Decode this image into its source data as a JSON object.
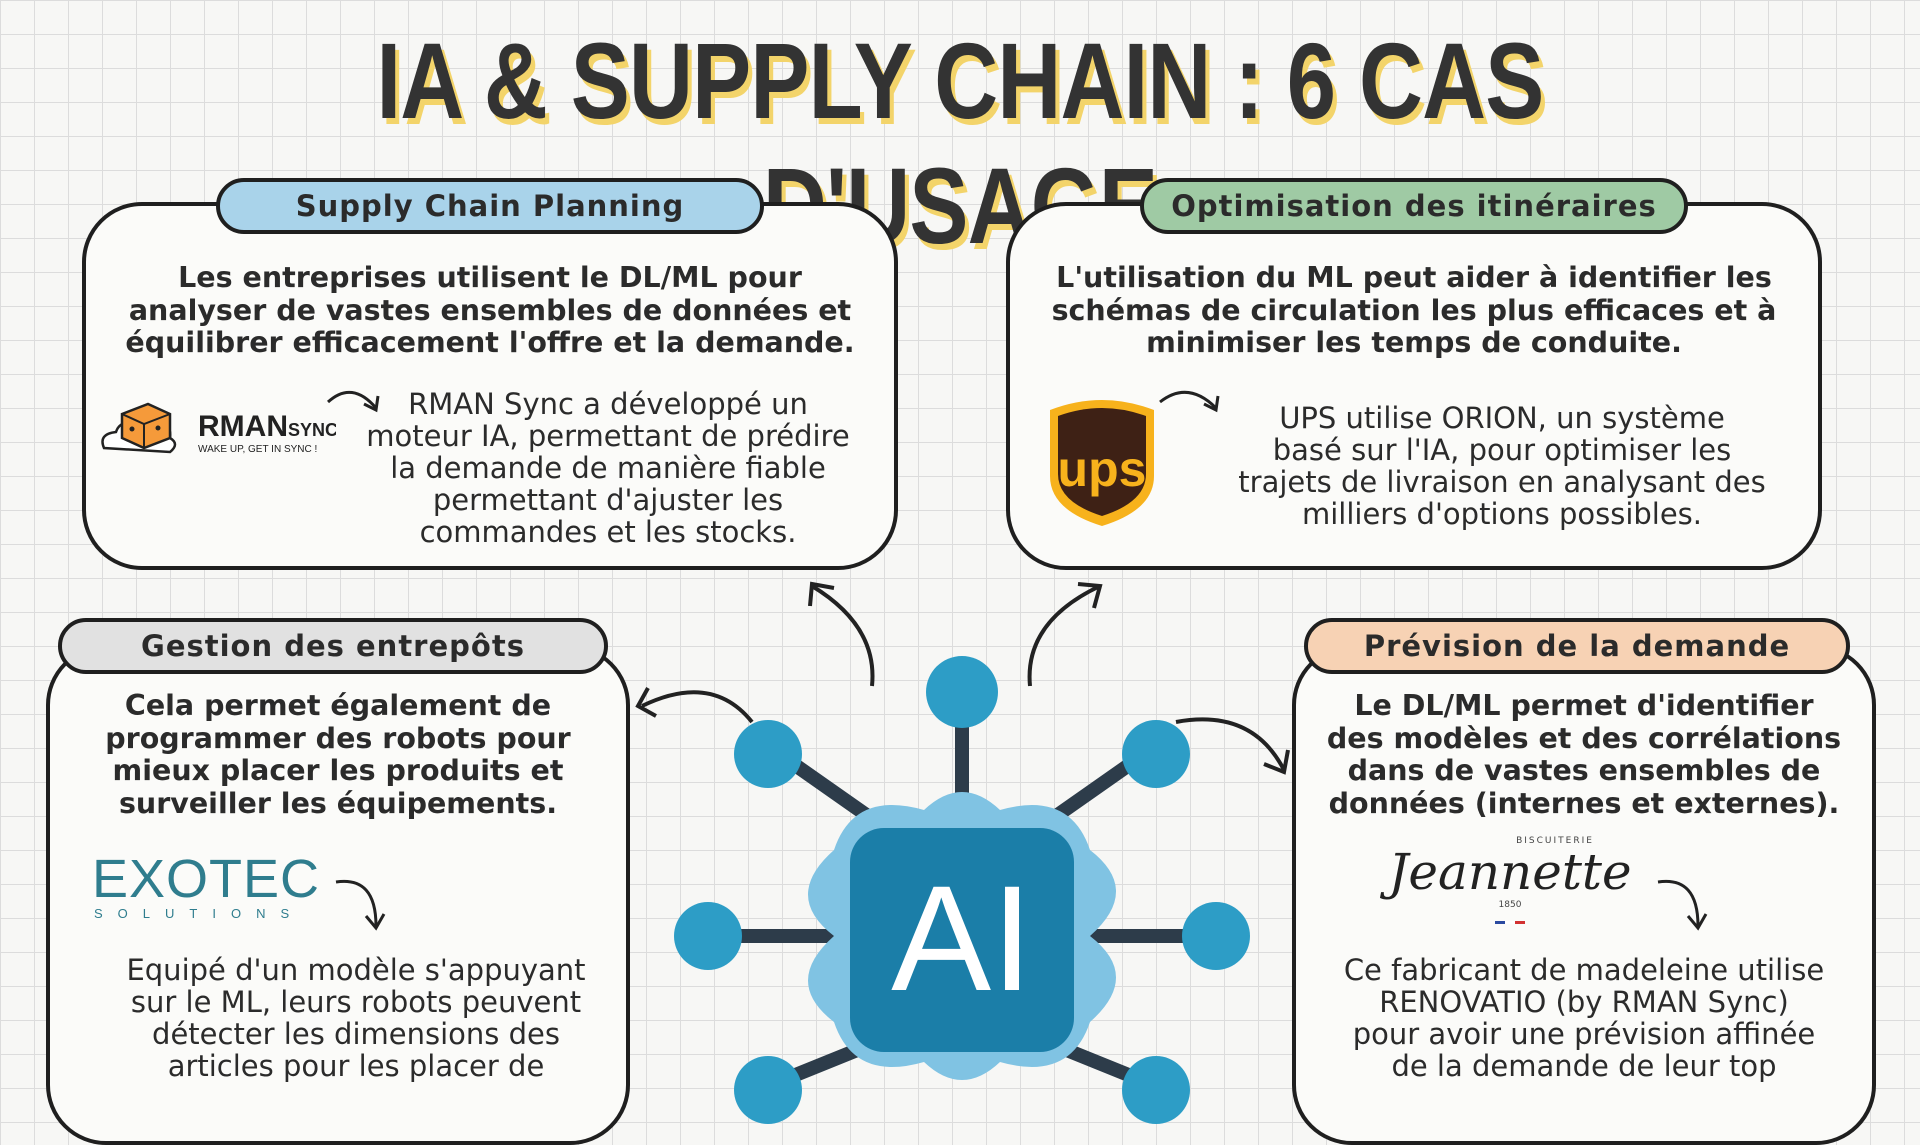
{
  "title": "IA & SUPPLY CHAIN : 6 CAS D'USAGE",
  "colors": {
    "planning": "#a9d3ea",
    "itineraires": "#9fcaa4",
    "entrepots": "#e1e1e1",
    "demande": "#f7d2b4",
    "title_shadow": "#f3d46a",
    "ai_dark": "#1b7ea8",
    "ai_light": "#80c3e3",
    "ai_node": "#2d9dc6",
    "ai_link": "#2d3c4a"
  },
  "cards": {
    "planning": {
      "heading": "Supply Chain Planning",
      "intro": [
        "Les entreprises utilisent le DL/ML pour",
        "analyser de vastes ensembles de données et",
        "équilibrer efficacement l'offre et la demande."
      ],
      "body": [
        "RMAN Sync a développé un",
        "moteur IA, permettant de prédire",
        "la demande de manière fiable",
        "permettant d'ajuster les",
        "commandes et les stocks."
      ],
      "logo": {
        "main": "RMAN",
        "suffix": "SYNC",
        "tagline": "WAKE UP, GET IN SYNC !",
        "icon": "rman-cube-icon"
      }
    },
    "itineraires": {
      "heading": "Optimisation des itinéraires",
      "intro": [
        "L'utilisation du ML peut aider à identifier les",
        "schémas de circulation les plus efficaces et à",
        "minimiser les temps de conduite."
      ],
      "body": [
        "UPS utilise ORION, un système",
        "basé sur l'IA, pour optimiser les",
        "trajets de livraison en analysant des",
        "milliers d'options possibles."
      ],
      "logo": {
        "main": "ups",
        "icon": "ups-shield-icon"
      }
    },
    "entrepots": {
      "heading": "Gestion des entrepôts",
      "intro": [
        "Cela permet également de",
        "programmer des robots pour",
        "mieux placer les produits et",
        "surveiller les équipements."
      ],
      "body": [
        "Equipé d'un modèle s'appuyant",
        "sur le ML, leurs robots peuvent",
        "détecter les dimensions des",
        "articles pour les placer de"
      ],
      "logo": {
        "main": "EXOTEC",
        "sub": "SOLUTIONS"
      }
    },
    "demande": {
      "heading": "Prévision de la demande",
      "intro": [
        "Le DL/ML permet d'identifier",
        "des modèles et des corrélations",
        "dans de vastes ensembles de",
        "données (internes et externes)."
      ],
      "body": [
        "Ce fabricant de madeleine utilise",
        "RENOVATIO (by RMAN Sync)",
        "pour avoir une prévision affinée",
        "de la demande de leur top"
      ],
      "logo": {
        "top": "BISCUITERIE",
        "main": "Jeannette",
        "year": "1850"
      }
    }
  },
  "center": {
    "label": "AI",
    "icon": "ai-network-icon"
  }
}
